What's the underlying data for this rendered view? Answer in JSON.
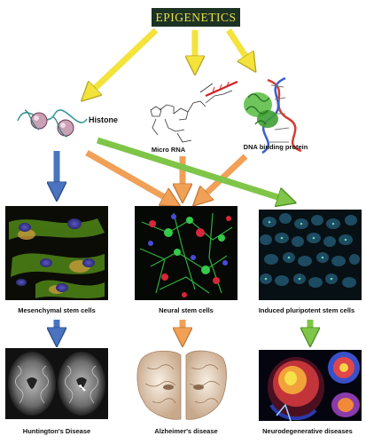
{
  "title": "EPIGENETICS",
  "mechanisms": {
    "histone": "Histone",
    "micro_rna": "Micro RNA",
    "dna_binding_protein": "DNA binding protein"
  },
  "stem_cells": {
    "mesenchymal": "Mesenchymal stem cells",
    "neural": "Neural stem cells",
    "ipsc": "Induced pluripotent stem cells"
  },
  "diseases": {
    "huntington": "Huntington's Disease",
    "alzheimer": "Alzheimer's disease",
    "neurodegenerative": "Neurodegenerative diseases"
  },
  "colors": {
    "title_bg": "#1c3324",
    "title_text": "#f1df4c",
    "arrow_yellow": "#f3e33b",
    "arrow_blue": "#4a74c0",
    "arrow_orange": "#f0a057",
    "arrow_green": "#7fc548"
  }
}
